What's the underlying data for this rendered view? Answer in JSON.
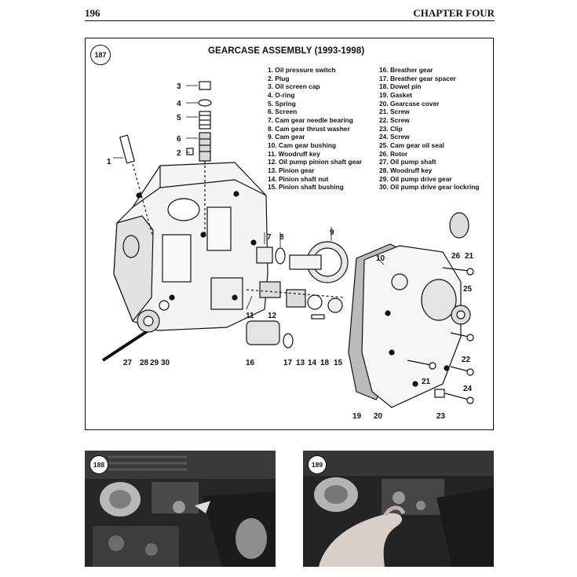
{
  "page": {
    "number": "196",
    "chapter": "CHAPTER FOUR"
  },
  "figure": {
    "number": "187",
    "title": "GEARCASE ASSEMBLY (1993-1998)",
    "parts_left": [
      "1. Oil pressure switch",
      "2. Plug",
      "3. Oil screen cap",
      "4. O-ring",
      "5. Spring",
      "6. Screen",
      "7. Cam gear needle bearing",
      "8. Cam gear thrust washer",
      "9. Cam gear",
      "10. Cam gear bushing",
      "11. Woodruff key",
      "12. Oil pump pinion shaft gear",
      "13. Pinion gear",
      "14. Pinion shaft nut",
      "15. Pinion shaft bushing"
    ],
    "parts_right": [
      "16. Breather gear",
      "17. Breather gear spacer",
      "18. Dowel pin",
      "19. Gasket",
      "20. Gearcase cover",
      "21. Screw",
      "22. Screw",
      "23. Clip",
      "24. Screw",
      "25. Cam gear oil seal",
      "26. Rotor",
      "27. Oil pump shaft",
      "28. Woodruff key",
      "29. Oil pump drive gear",
      "30. Oil pump drive gear lockring"
    ],
    "callouts": {
      "c1": "1",
      "c2": "2",
      "c3": "3",
      "c4": "4",
      "c5": "5",
      "c6": "6",
      "c7": "7",
      "c8": "8",
      "c9": "9",
      "c10": "10",
      "c11": "11",
      "c12": "12",
      "c13": "13",
      "c14": "14",
      "c15": "15",
      "c16": "16",
      "c17": "17",
      "c18": "18",
      "c19": "19",
      "c20": "20",
      "c21a": "21",
      "c21b": "21",
      "c22": "22",
      "c23": "23",
      "c24": "24",
      "c25": "25",
      "c26": "26",
      "c27": "27",
      "c28": "28",
      "c29": "29",
      "c30": "30"
    }
  },
  "photos": [
    {
      "number": "188"
    },
    {
      "number": "189"
    }
  ]
}
